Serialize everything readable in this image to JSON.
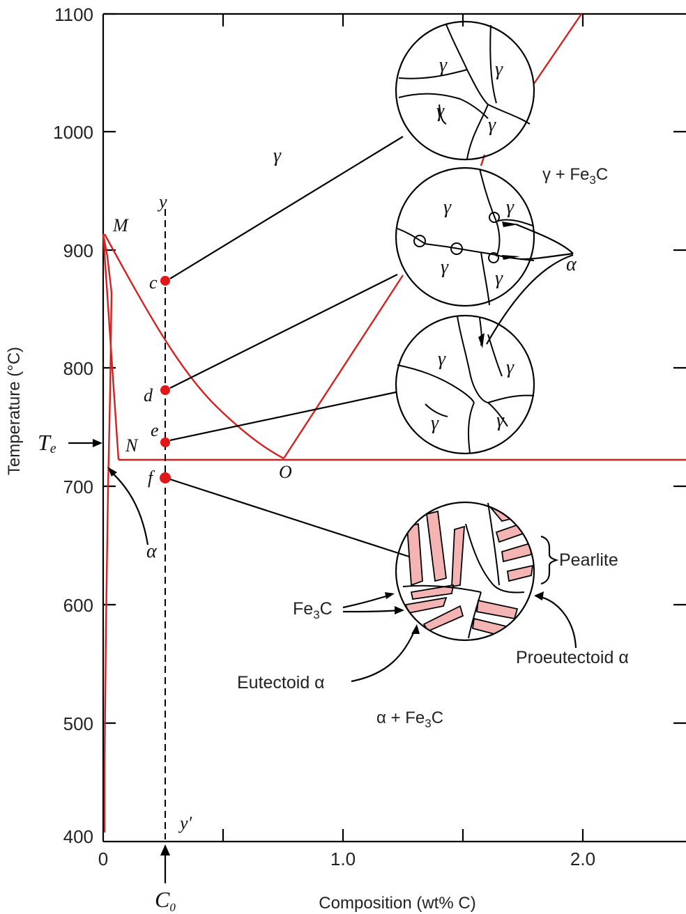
{
  "axes": {
    "ylabel": "Temperature (°C)",
    "xlabel": "Composition (wt% C)",
    "y_ticks": [
      "1100",
      "1000",
      "900",
      "800",
      "700",
      "600",
      "500",
      "400"
    ],
    "x_ticks": [
      "0",
      "1.0",
      "2.0"
    ],
    "c0_label": "C",
    "c0_sub": "0"
  },
  "regions": {
    "gamma": "γ",
    "gamma_fe3c_a": "γ + Fe",
    "gamma_fe3c_sub": "3",
    "gamma_fe3c_b": "C",
    "alpha_fe3c_a": "α + Fe",
    "alpha_fe3c_sub": "3",
    "alpha_fe3c_b": "C",
    "alpha_left": "α",
    "alpha_right": "α"
  },
  "points": {
    "c": "c",
    "d": "d",
    "e": "e",
    "f": "f",
    "M": "M",
    "N": "N",
    "O": "O",
    "y": "y",
    "y_prime": "y′",
    "te_T": "T",
    "te_sub": "e"
  },
  "grain_labels": {
    "g": "γ"
  },
  "annotations": {
    "pearlite": "Pearlite",
    "fe3c_a": "Fe",
    "fe3c_sub": "3",
    "fe3c_b": "C",
    "proeutectoid": "Proeutectoid α",
    "eutectoid": "Eutectoid α"
  }
}
